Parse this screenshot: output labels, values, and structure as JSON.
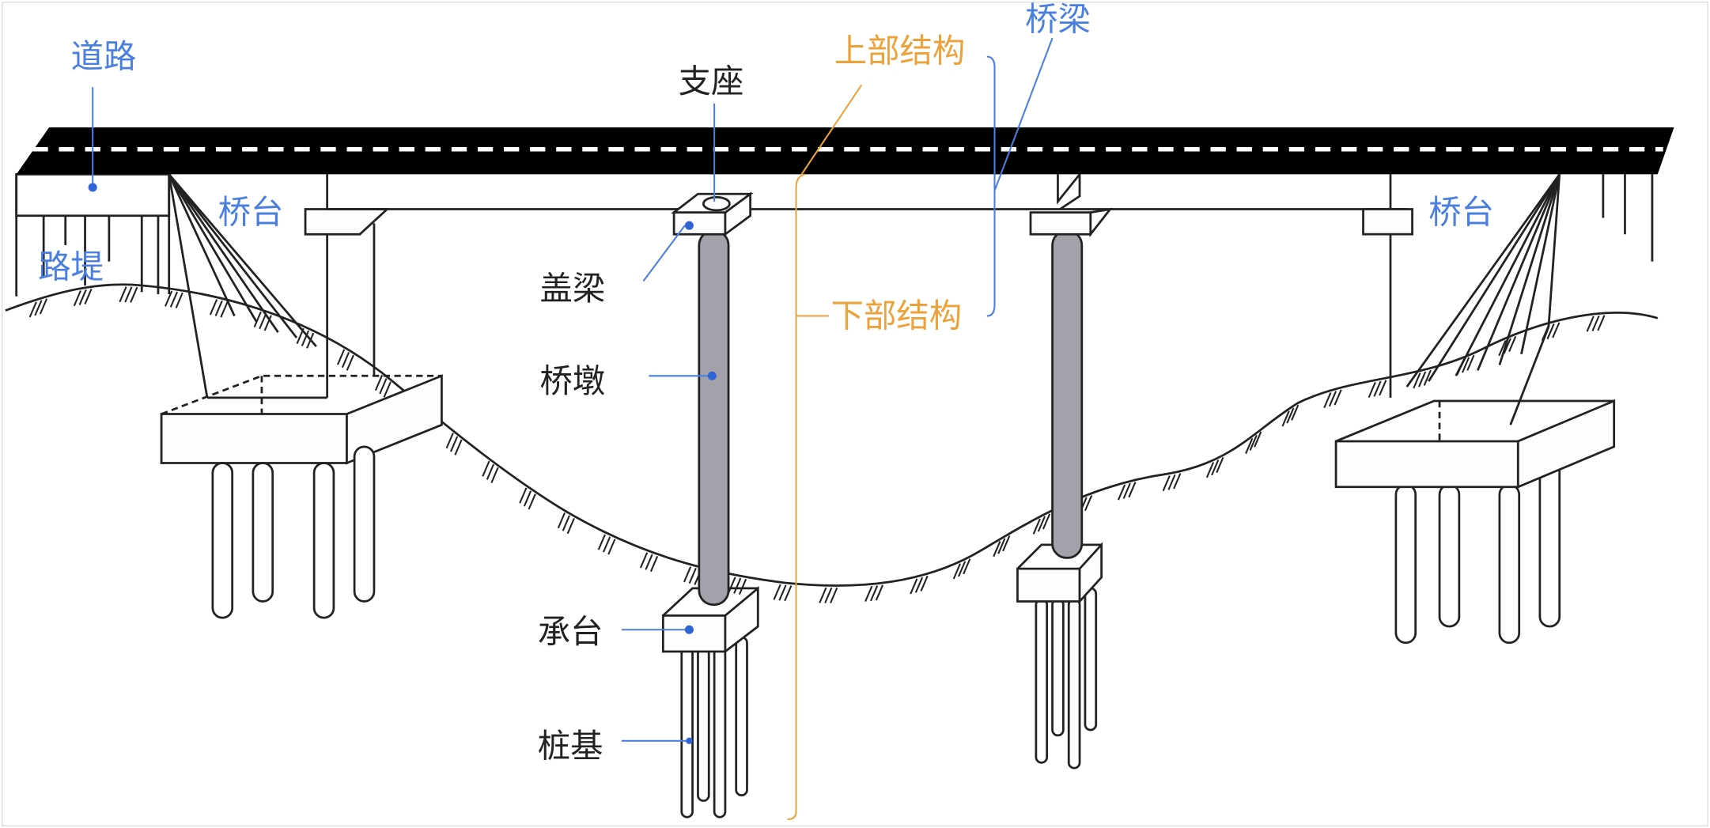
{
  "title": "桥梁结构示意图",
  "labels": {
    "road": "道路",
    "embankment": "路堤",
    "abutment_left": "桥台",
    "abutment_right": "桥台",
    "bearing": "支座",
    "cap_beam": "盖梁",
    "pier": "桥墩",
    "pile_cap": "承台",
    "pile_foundation": "桩基",
    "superstructure": "上部结构",
    "substructure": "下部结构",
    "bridge": "桥梁"
  },
  "colors": {
    "label_blue": "#4a7fe0",
    "label_orange": "#eba23a",
    "pier_gray": "#a3a2aa",
    "deck": "#000000"
  }
}
